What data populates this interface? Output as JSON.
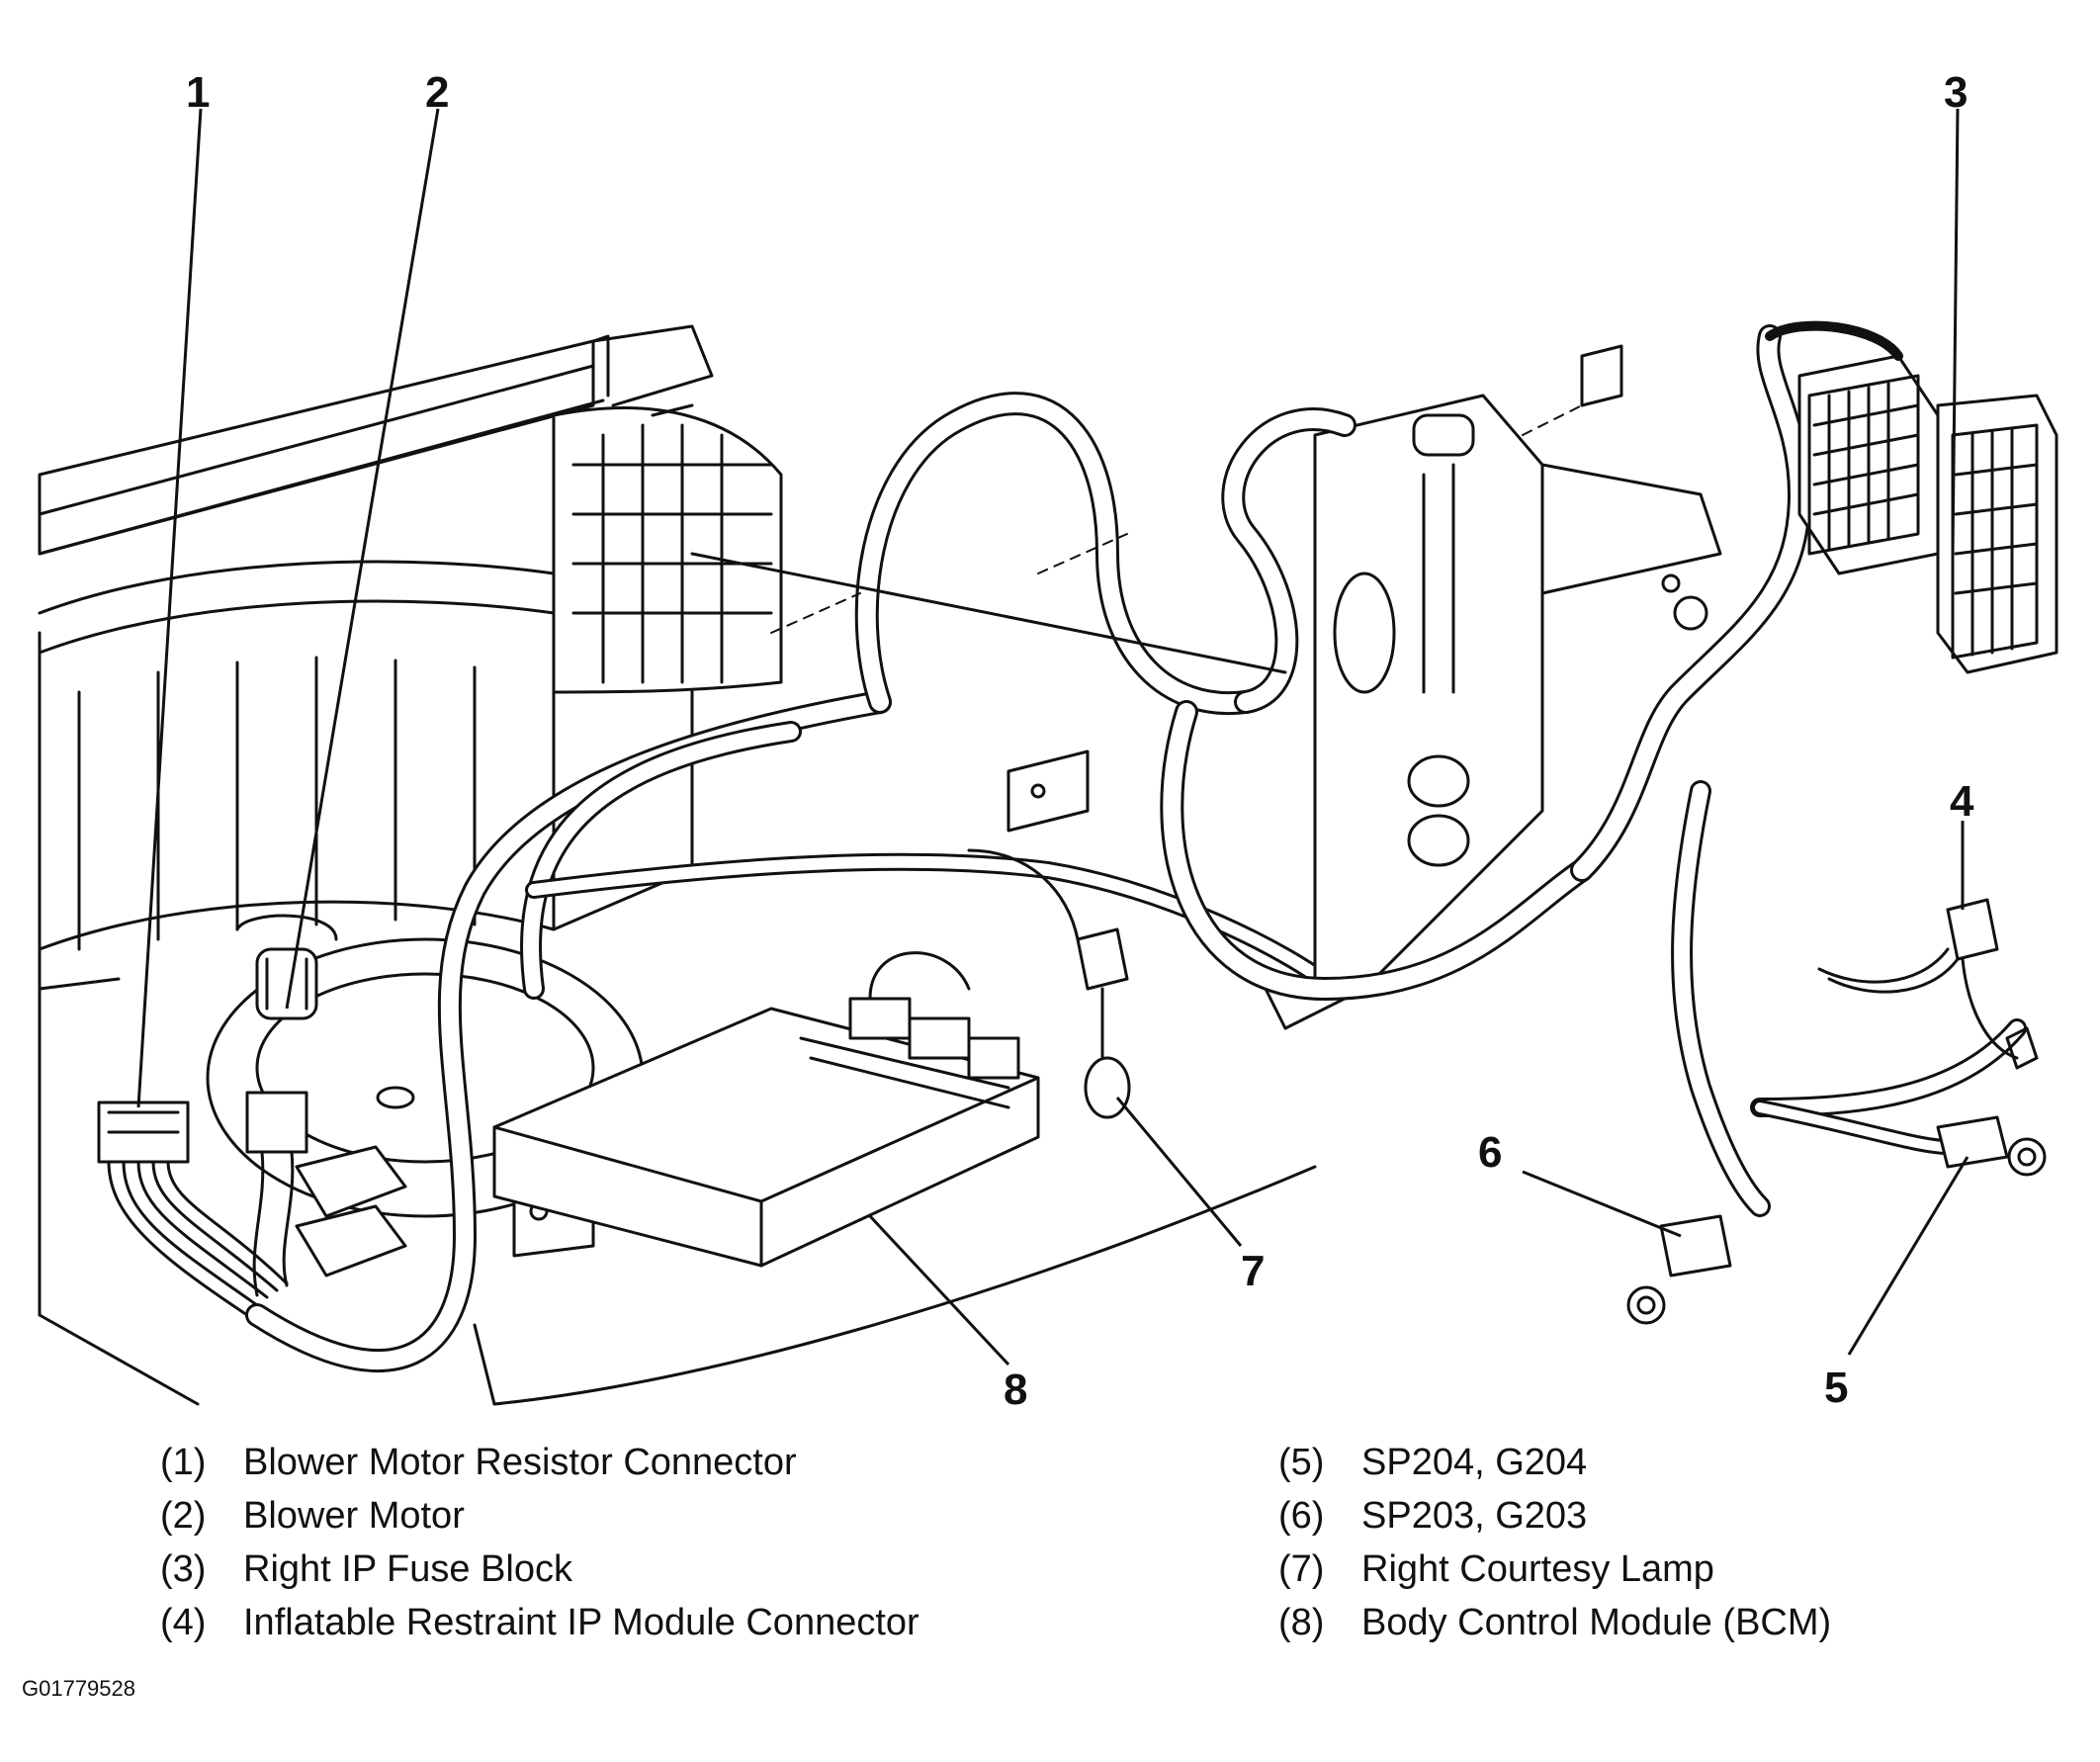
{
  "figure_id": "G01779528",
  "callouts": [
    {
      "number": "1"
    },
    {
      "number": "2"
    },
    {
      "number": "3"
    },
    {
      "number": "4"
    },
    {
      "number": "5"
    },
    {
      "number": "6"
    },
    {
      "number": "7"
    },
    {
      "number": "8"
    }
  ],
  "legend": {
    "left": [
      {
        "num": "(1)",
        "label": "Blower Motor Resistor Connector"
      },
      {
        "num": "(2)",
        "label": "Blower Motor"
      },
      {
        "num": "(3)",
        "label": "Right IP Fuse Block"
      },
      {
        "num": "(4)",
        "label": "Inflatable Restraint IP Module Connector"
      }
    ],
    "right": [
      {
        "num": "(5)",
        "label": "SP204, G204"
      },
      {
        "num": "(6)",
        "label": "SP203, G203"
      },
      {
        "num": "(7)",
        "label": "Right Courtesy Lamp"
      },
      {
        "num": "(8)",
        "label": "Body Control Module (BCM)"
      }
    ]
  }
}
